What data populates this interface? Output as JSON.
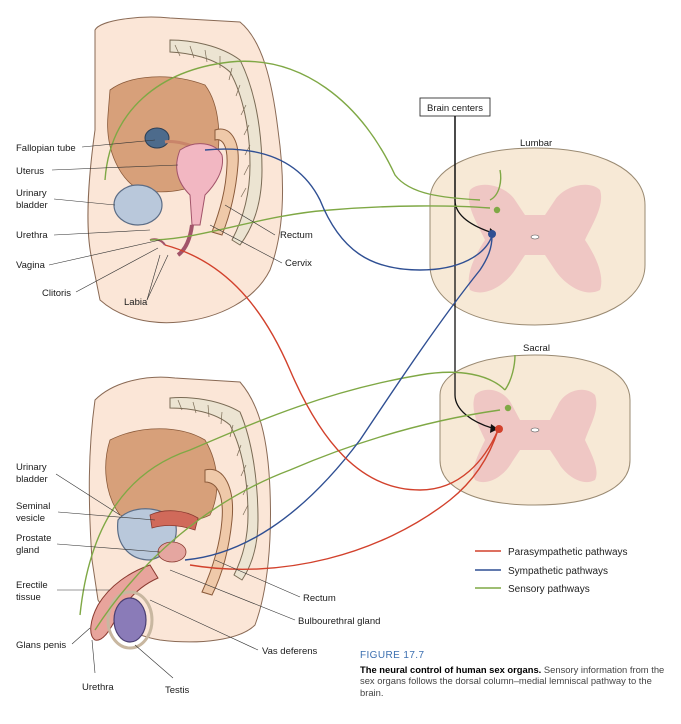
{
  "labels": {
    "fallopian_tube": "Fallopian tube",
    "uterus": "Uterus",
    "urinary_bladder_f_1": "Urinary",
    "urinary_bladder_f_2": "bladder",
    "urethra_f": "Urethra",
    "vagina": "Vagina",
    "clitoris": "Clitoris",
    "labia": "Labia",
    "rectum_f": "Rectum",
    "cervix": "Cervix",
    "urinary_bladder_m_1": "Urinary",
    "urinary_bladder_m_2": "bladder",
    "seminal_vesicle_1": "Seminal",
    "seminal_vesicle_2": "vesicle",
    "prostate_1": "Prostate",
    "prostate_2": "gland",
    "erectile_1": "Erectile",
    "erectile_2": "tissue",
    "glans_penis": "Glans penis",
    "urethra_m": "Urethra",
    "testis": "Testis",
    "vas_deferens": "Vas deferens",
    "bulbourethral": "Bulbourethral gland",
    "rectum_m": "Rectum",
    "brain_centers": "Brain centers",
    "lumbar": "Lumbar",
    "sacral": "Sacral"
  },
  "legend": [
    {
      "label": "Parasympathetic pathways",
      "color": "#d2412c"
    },
    {
      "label": "Sympathetic pathways",
      "color": "#2f4f93"
    },
    {
      "label": "Sensory pathways",
      "color": "#7fa845"
    }
  ],
  "caption": {
    "figure": "FIGURE 17.7",
    "title": "The neural control of human sex organs.",
    "text": " Sensory information from the sex organs follows the dorsal column–medial lemniscal pathway to the brain."
  },
  "colors": {
    "parasympathetic": "#d2412c",
    "sympathetic": "#2f4f93",
    "sensory": "#7fa845",
    "cord": "#f7e9d6",
    "gray_matter": "#efc7c4"
  }
}
